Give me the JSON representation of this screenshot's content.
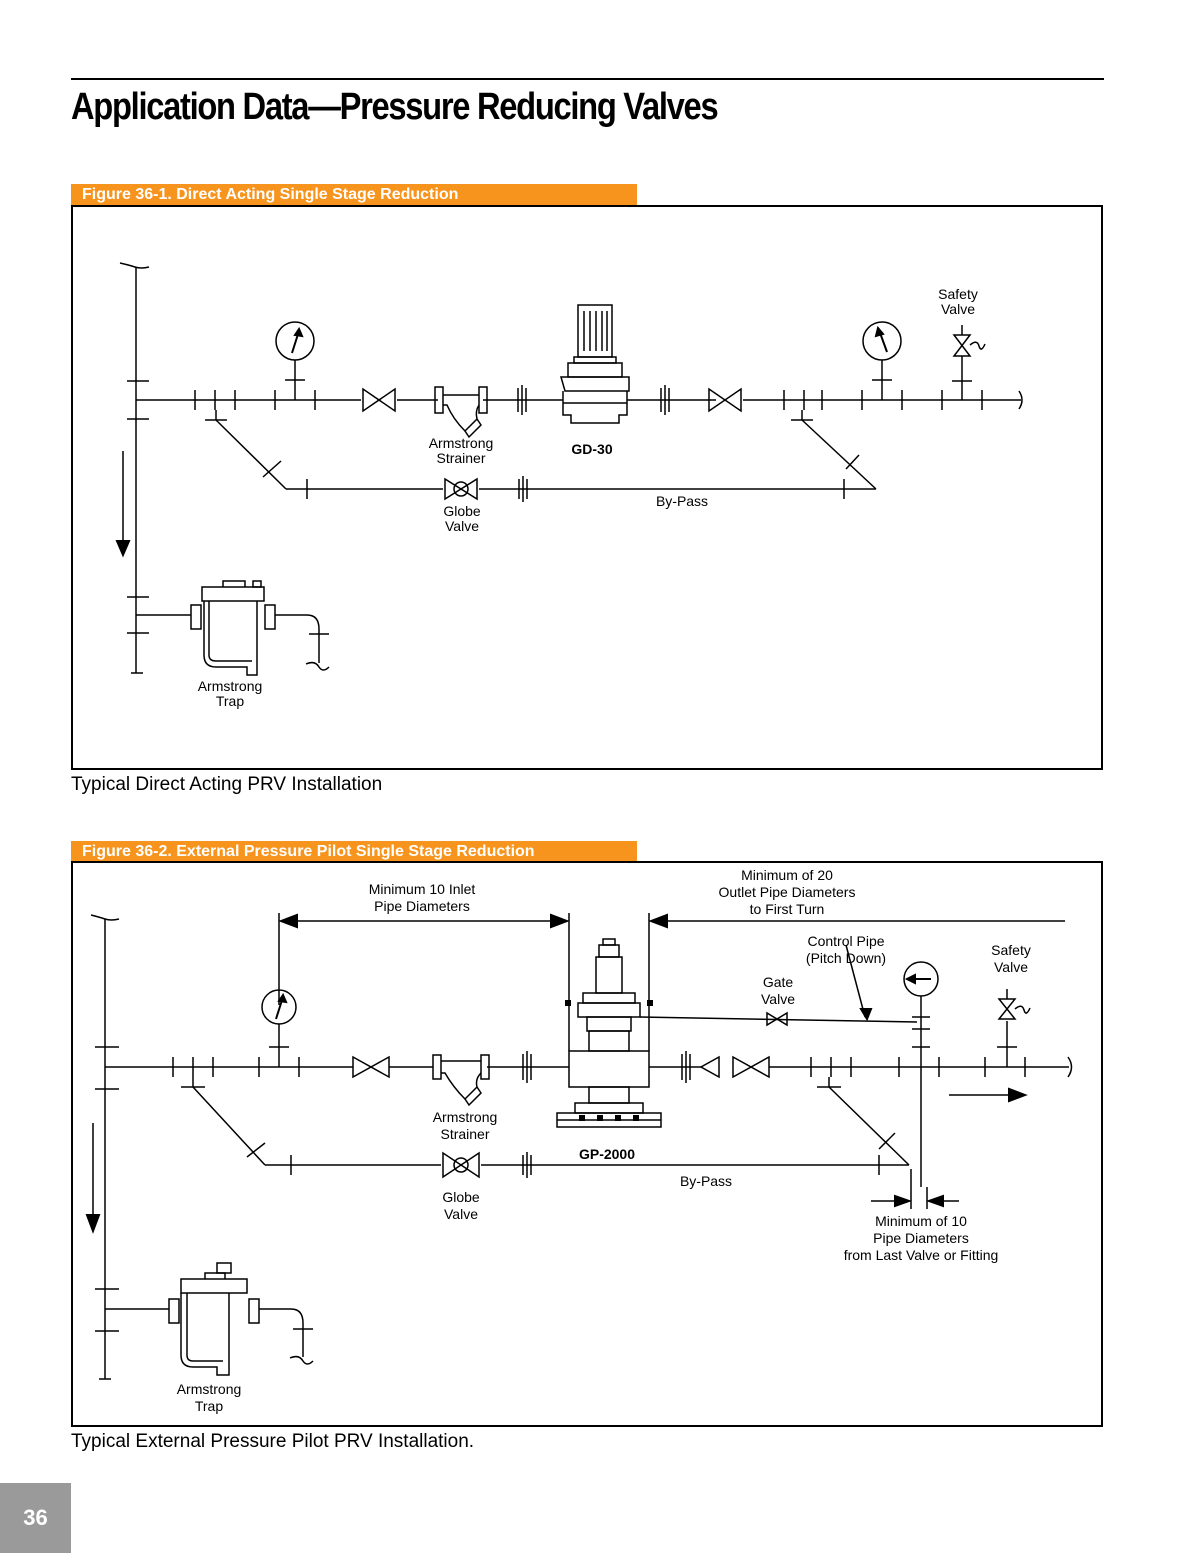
{
  "page": {
    "title": "Application Data—Pressure Reducing Valves",
    "number": "36",
    "accent_color": "#f7941d"
  },
  "figure1": {
    "tab": "Figure 36-1. Direct Acting Single Stage Reduction",
    "caption": "Typical Direct Acting PRV Installation",
    "labels": {
      "safety_valve_1": "Safety",
      "safety_valve_2": "Valve",
      "strainer_1": "Armstrong",
      "strainer_2": "Strainer",
      "prv": "GD-30",
      "globe_1": "Globe",
      "globe_2": "Valve",
      "bypass": "By-Pass",
      "trap_1": "Armstrong",
      "trap_2": "Trap"
    }
  },
  "figure2": {
    "tab": "Figure 36-2.  External Pressure Pilot Single Stage Reduction",
    "caption": "Typical External Pressure Pilot PRV Installation.",
    "labels": {
      "inlet_min_1": "Minimum 10 Inlet",
      "inlet_min_2": "Pipe Diameters",
      "outlet_min_1": "Minimum of 20",
      "outlet_min_2": "Outlet Pipe Diameters",
      "outlet_min_3": "to First Turn",
      "control_pipe_1": "Control Pipe",
      "control_pipe_2": "(Pitch Down)",
      "safety_valve_1": "Safety",
      "safety_valve_2": "Valve",
      "gate_1": "Gate",
      "gate_2": "Valve",
      "strainer_1": "Armstrong",
      "strainer_2": "Strainer",
      "prv": "GP-2000",
      "globe_1": "Globe",
      "globe_2": "Valve",
      "bypass": "By-Pass",
      "last_min_1": "Minimum of 10",
      "last_min_2": "Pipe Diameters",
      "last_min_3": "from Last Valve or Fitting",
      "trap_1": "Armstrong",
      "trap_2": "Trap"
    }
  }
}
